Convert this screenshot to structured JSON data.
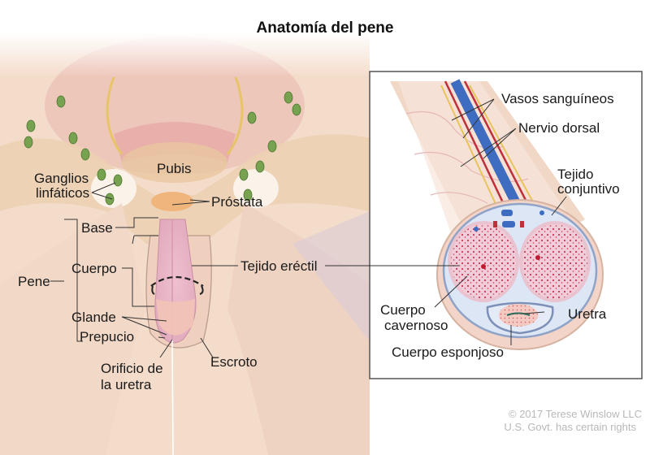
{
  "title": "Anatomía del pene",
  "labels": {
    "ganglios": "Ganglios",
    "linfaticos": "linfáticos",
    "pubis": "Pubis",
    "prostata": "Próstata",
    "base": "Base",
    "pene": "Pene",
    "cuerpo": "Cuerpo",
    "tejido_erectil": "Tejido eréctil",
    "glande": "Glande",
    "prepucio": "Prepucio",
    "orificio_1": "Orificio de",
    "orificio_2": "la uretra",
    "escroto": "Escroto",
    "vasos": "Vasos sanguíneos",
    "nervio": "Nervio dorsal",
    "tejido_conj_1": "Tejido",
    "tejido_conj_2": "conjuntivo",
    "cuerpo_cav_1": "Cuerpo",
    "cuerpo_cav_2": "cavernoso",
    "uretra": "Uretra",
    "cuerpo_esponjoso": "Cuerpo esponjoso"
  },
  "credit": {
    "line1": "© 2017 Terese Winslow LLC",
    "line2": "U.S. Govt. has certain rights"
  },
  "colors": {
    "skin": "#f3d9c4",
    "tissue_pink": "#e9b8c8",
    "vein_blue": "#3d6cc0",
    "artery_red": "#c0303a",
    "nerve_yellow": "#e8c45a",
    "lymph_green": "#6f9a4a",
    "inset_border": "#555555"
  }
}
